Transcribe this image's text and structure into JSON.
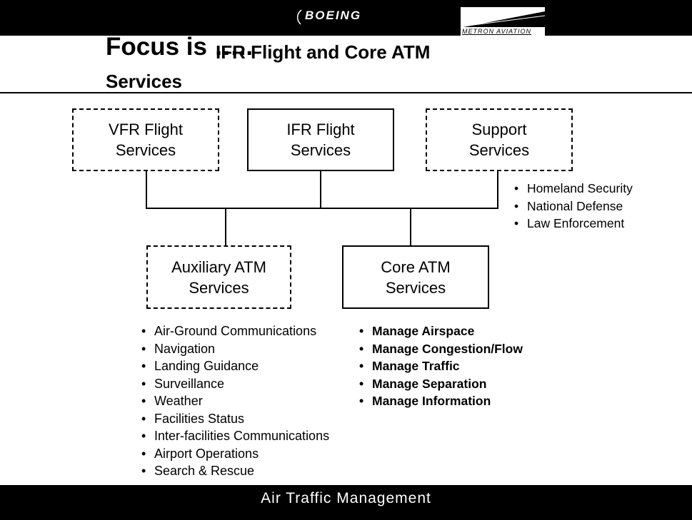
{
  "header": {
    "logo_left": "BOEING",
    "logo_right": "METRON AVIATION"
  },
  "title": {
    "main": "Focus is …..",
    "sub": "IFR Flight and Core ATM",
    "line2": "Services"
  },
  "boxes": {
    "vfr": "VFR Flight\nServices",
    "ifr": "IFR Flight\nServices",
    "support": "Support\nServices",
    "auxiliary": "Auxiliary ATM\nServices",
    "core": "Core ATM\nServices"
  },
  "support_items": [
    "Homeland Security",
    "National Defense",
    "Law Enforcement"
  ],
  "auxiliary_items": [
    "Air-Ground Communications",
    "Navigation",
    "Landing Guidance",
    "Surveillance",
    "Weather",
    "Facilities Status",
    "Inter-facilities Communications",
    "Airport Operations",
    "Search & Rescue"
  ],
  "core_items": [
    "Manage Airspace",
    "Manage Congestion/Flow",
    "Manage Traffic",
    "Manage Separation",
    "Manage Information"
  ],
  "footer": "Air Traffic Management"
}
